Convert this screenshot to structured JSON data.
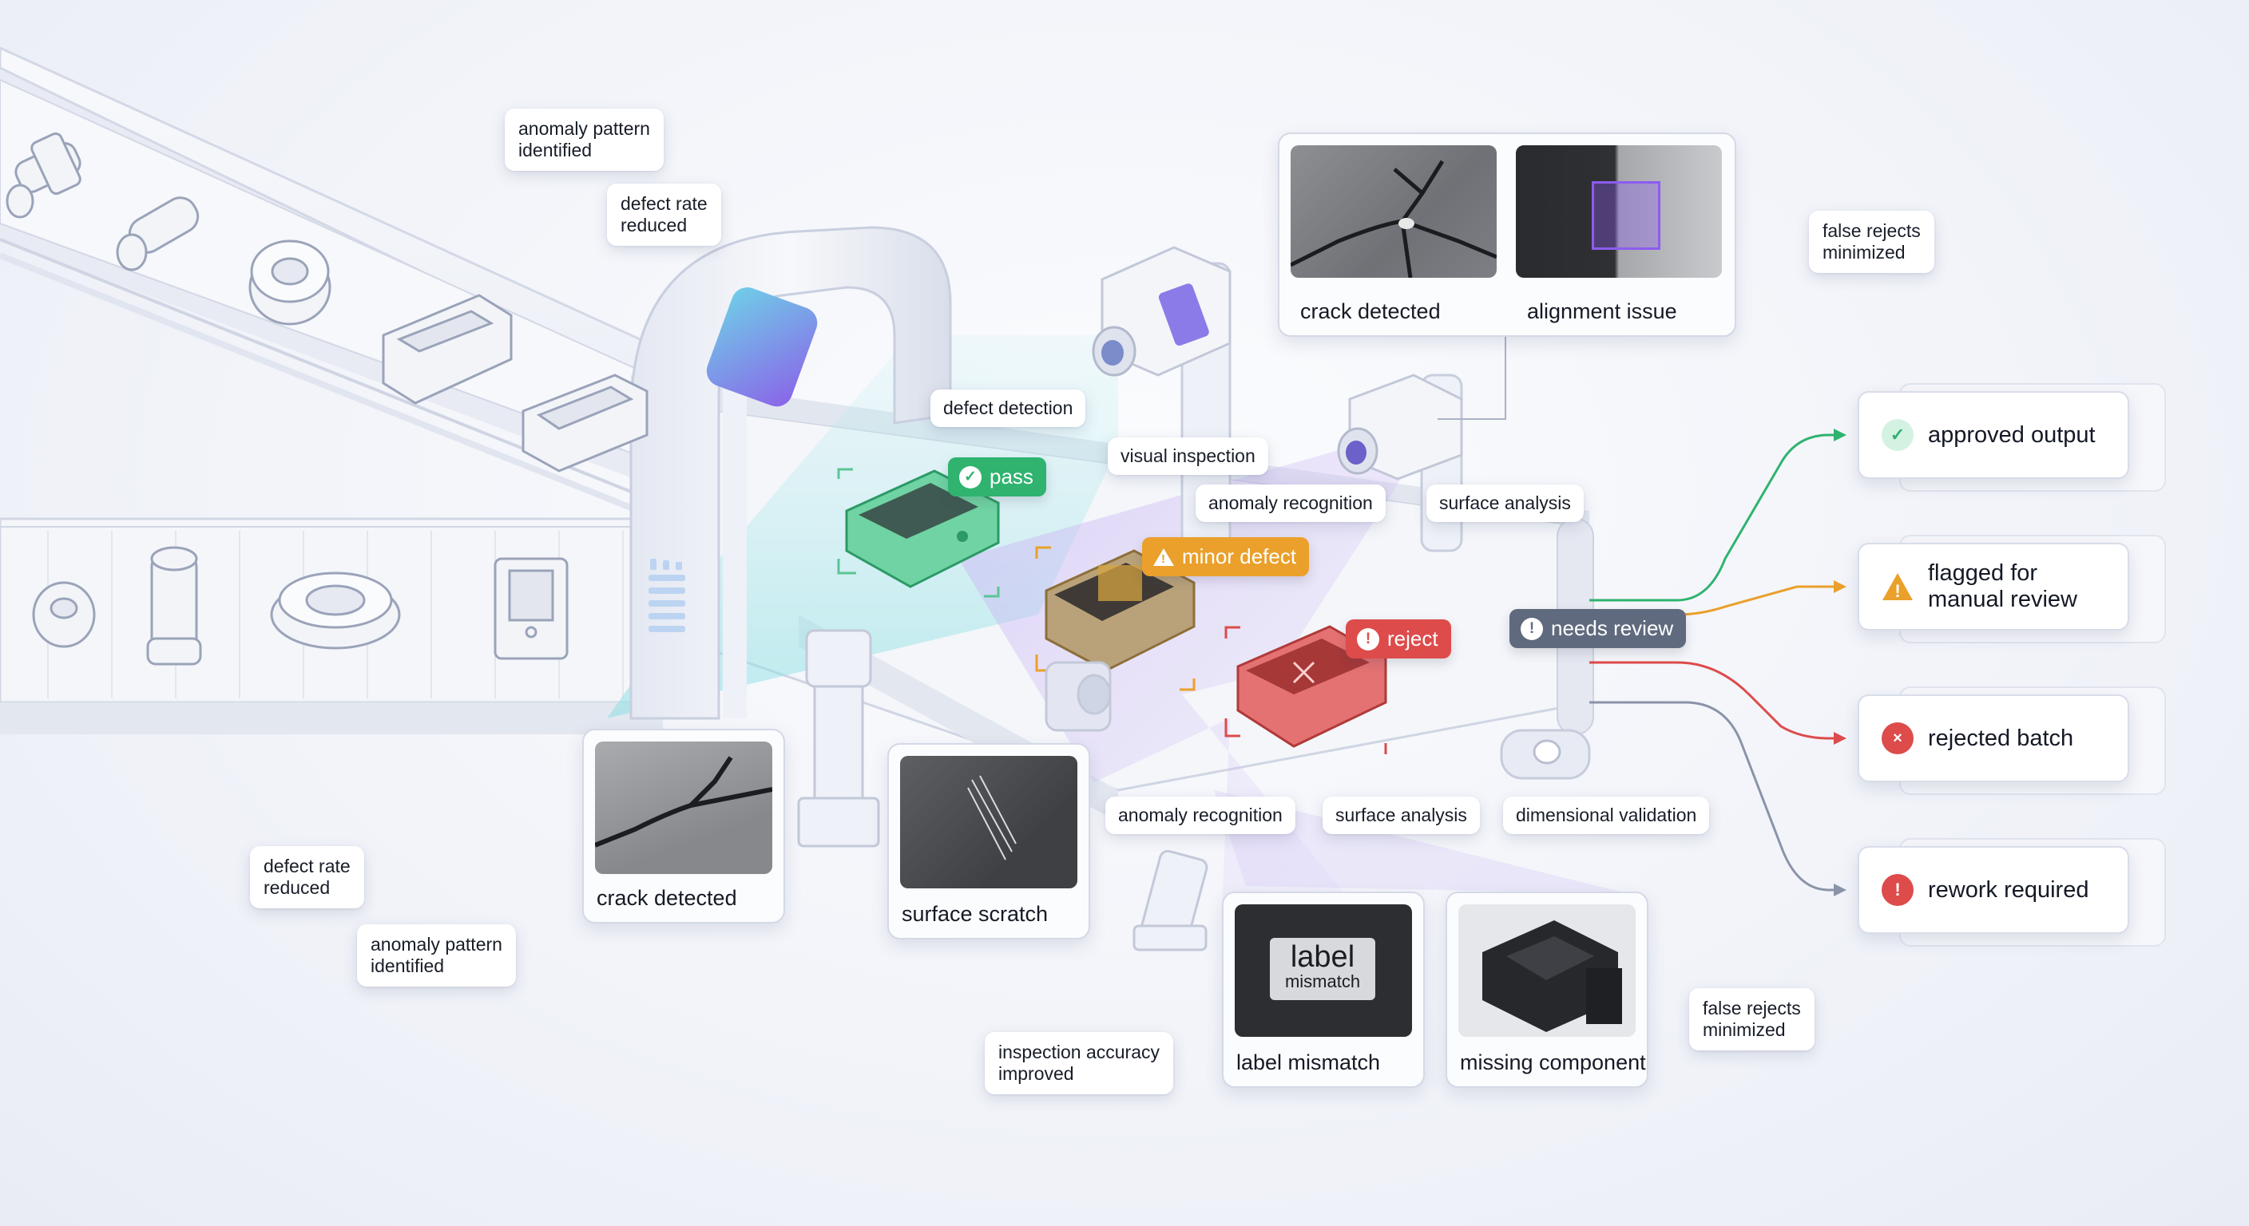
{
  "floating_tags": {
    "anomaly_top": "anomaly pattern\nidentified",
    "defect_rate_top": "defect rate\nreduced",
    "false_rejects_top": "false rejects\nminimized",
    "defect_rate_bottom": "defect rate\nreduced",
    "anomaly_bottom": "anomaly pattern\nidentified",
    "inspection_accuracy": "inspection accuracy\nimproved",
    "false_rejects_bottom": "false rejects\nminimized"
  },
  "stage_labels": {
    "defect_detection": "defect detection",
    "visual_inspection": "visual inspection",
    "anomaly_recognition_top": "anomaly recognition",
    "surface_analysis_top": "surface analysis",
    "anomaly_recognition_bottom": "anomaly recognition",
    "surface_analysis_bottom": "surface analysis",
    "dimensional_validation": "dimensional validation"
  },
  "status_chips": {
    "pass": "pass",
    "minor_defect": "minor defect",
    "reject": "reject",
    "needs_review": "needs review"
  },
  "inspection_cards": {
    "top_crack": "crack detected",
    "top_alignment": "alignment issue",
    "crack": "crack detected",
    "scratch": "surface scratch",
    "label_mismatch": "label mismatch",
    "label_mismatch_print_big": "label",
    "label_mismatch_print_small": "mismatch",
    "missing_component": "missing component"
  },
  "outcomes": [
    {
      "label": "approved output",
      "icon": "check-icon",
      "color": "#2fb36f"
    },
    {
      "label": "flagged for\nmanual review",
      "icon": "warning-icon",
      "color": "#eaa02b"
    },
    {
      "label": "rejected batch",
      "icon": "x-icon",
      "color": "#dd4b4b"
    },
    {
      "label": "rework required",
      "icon": "exclamation-icon",
      "color": "#dd4b4b"
    }
  ],
  "colors": {
    "pass": "#2fb36f",
    "minor": "#eaa02b",
    "reject": "#dd4b4b",
    "review": "#5f6a7e",
    "scan_cyan": "#9fe3e6",
    "scan_purple": "#c7b5f2"
  }
}
